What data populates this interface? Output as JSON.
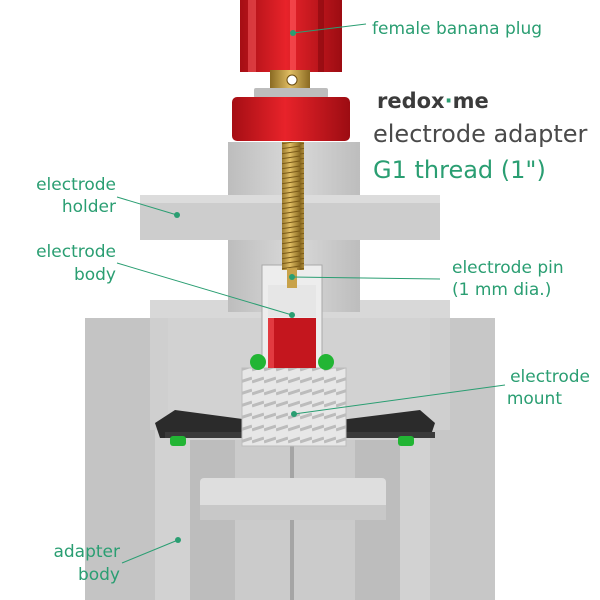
{
  "brand": {
    "prefix": "redox",
    "dot": "·",
    "suffix": "me"
  },
  "title": {
    "line1": "electrode adapter",
    "line2": "G1 thread (1\")"
  },
  "labels": {
    "female_banana_plug": "female banana plug",
    "electrode_holder_1": "electrode",
    "electrode_holder_2": "holder",
    "electrode_body_1": "electrode",
    "electrode_body_2": "body",
    "electrode_pin_1": "electrode pin",
    "electrode_pin_2": "(1 mm dia.)",
    "electrode_mount_1": "electrode",
    "electrode_mount_2": "mount",
    "adapter_body_1": "adapter",
    "adapter_body_2": "body"
  },
  "colors": {
    "accent": "#2a9e72",
    "plug_red": "#d8141c",
    "gray_body": "#c9c9c9",
    "brass": "#c8a24a",
    "seal_green": "#22b534"
  }
}
